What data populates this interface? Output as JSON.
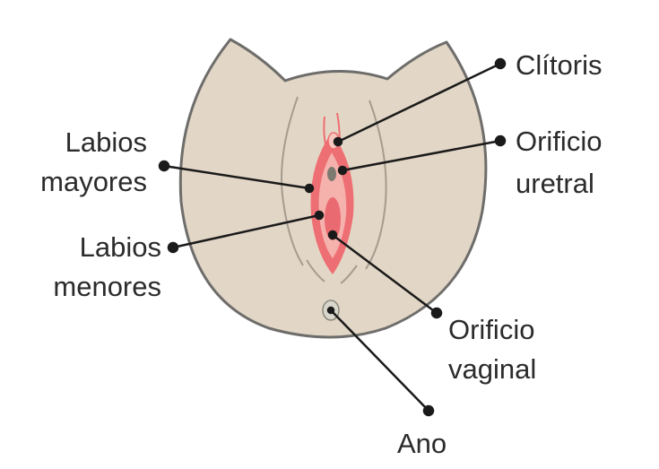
{
  "labels": {
    "clitoris": "Clítoris",
    "orificio_uretral": [
      "Orificio",
      "uretral"
    ],
    "labios_mayores": [
      "Labios",
      "mayores"
    ],
    "labios_menores": [
      "Labios",
      "menores"
    ],
    "orificio_vaginal": [
      "Orificio",
      "vaginal"
    ],
    "ano": "Ano"
  },
  "colors": {
    "skin": "#e2d7c6",
    "outline": "#6e6d6b",
    "labia_outer": "#ee6f73",
    "labia_inner": "#f5b2ad",
    "vaginal_opening": "#e96a70",
    "urethra": "#7d7a6f",
    "leader": "#1a1a1a",
    "text": "#2b2b2b"
  }
}
